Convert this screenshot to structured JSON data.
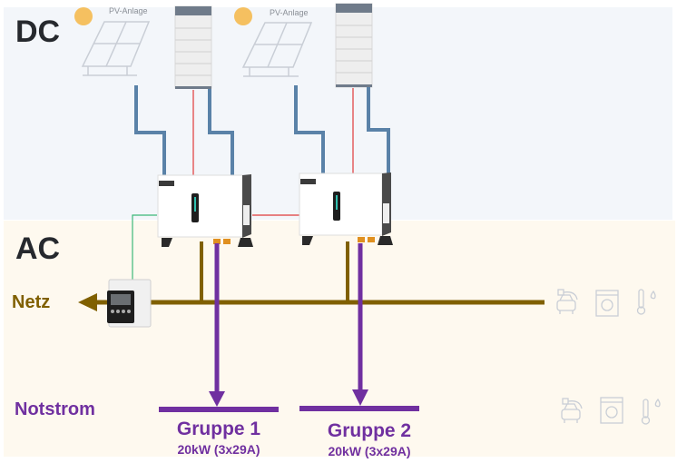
{
  "zones": {
    "dc": {
      "label": "DC",
      "color": "#f3f6fa"
    },
    "ac": {
      "label": "AC",
      "color": "#fef9ef"
    }
  },
  "labels": {
    "netz": "Netz",
    "notstrom": "Notstrom"
  },
  "pv_systems": [
    {
      "label": "PV-Anlage",
      "icon": "solar-panel-icon",
      "sun_icon": "sun-icon"
    },
    {
      "label": "PV-Anlage",
      "icon": "solar-panel-icon",
      "sun_icon": "sun-icon"
    }
  ],
  "batteries": [
    {
      "icon": "battery-storage-icon"
    },
    {
      "icon": "battery-storage-icon"
    }
  ],
  "inverters": [
    {
      "icon": "hybrid-inverter-icon"
    },
    {
      "icon": "hybrid-inverter-icon"
    }
  ],
  "meter": {
    "icon": "energy-meter-icon"
  },
  "groups": [
    {
      "title": "Gruppe 1",
      "spec": "20kW (3x29A)"
    },
    {
      "title": "Gruppe 2",
      "spec": "20kW (3x29A)"
    }
  ],
  "loads": {
    "grid_row": [
      "ev-charger-icon",
      "washing-machine-icon",
      "thermometer-icon"
    ],
    "backup_row": [
      "ev-charger-icon",
      "washing-machine-icon",
      "thermometer-icon"
    ]
  },
  "colors": {
    "dc_line": "#5a82a8",
    "battery_link": "#e03a3a",
    "grid_bus": "#806000",
    "backup_line": "#7030a0",
    "meter_link": "#3cb878",
    "label_text": "#26292e",
    "netz_text": "#806000",
    "notstrom_text": "#7030a0",
    "sun": "#f5c060",
    "outline": "#c9ced6"
  }
}
